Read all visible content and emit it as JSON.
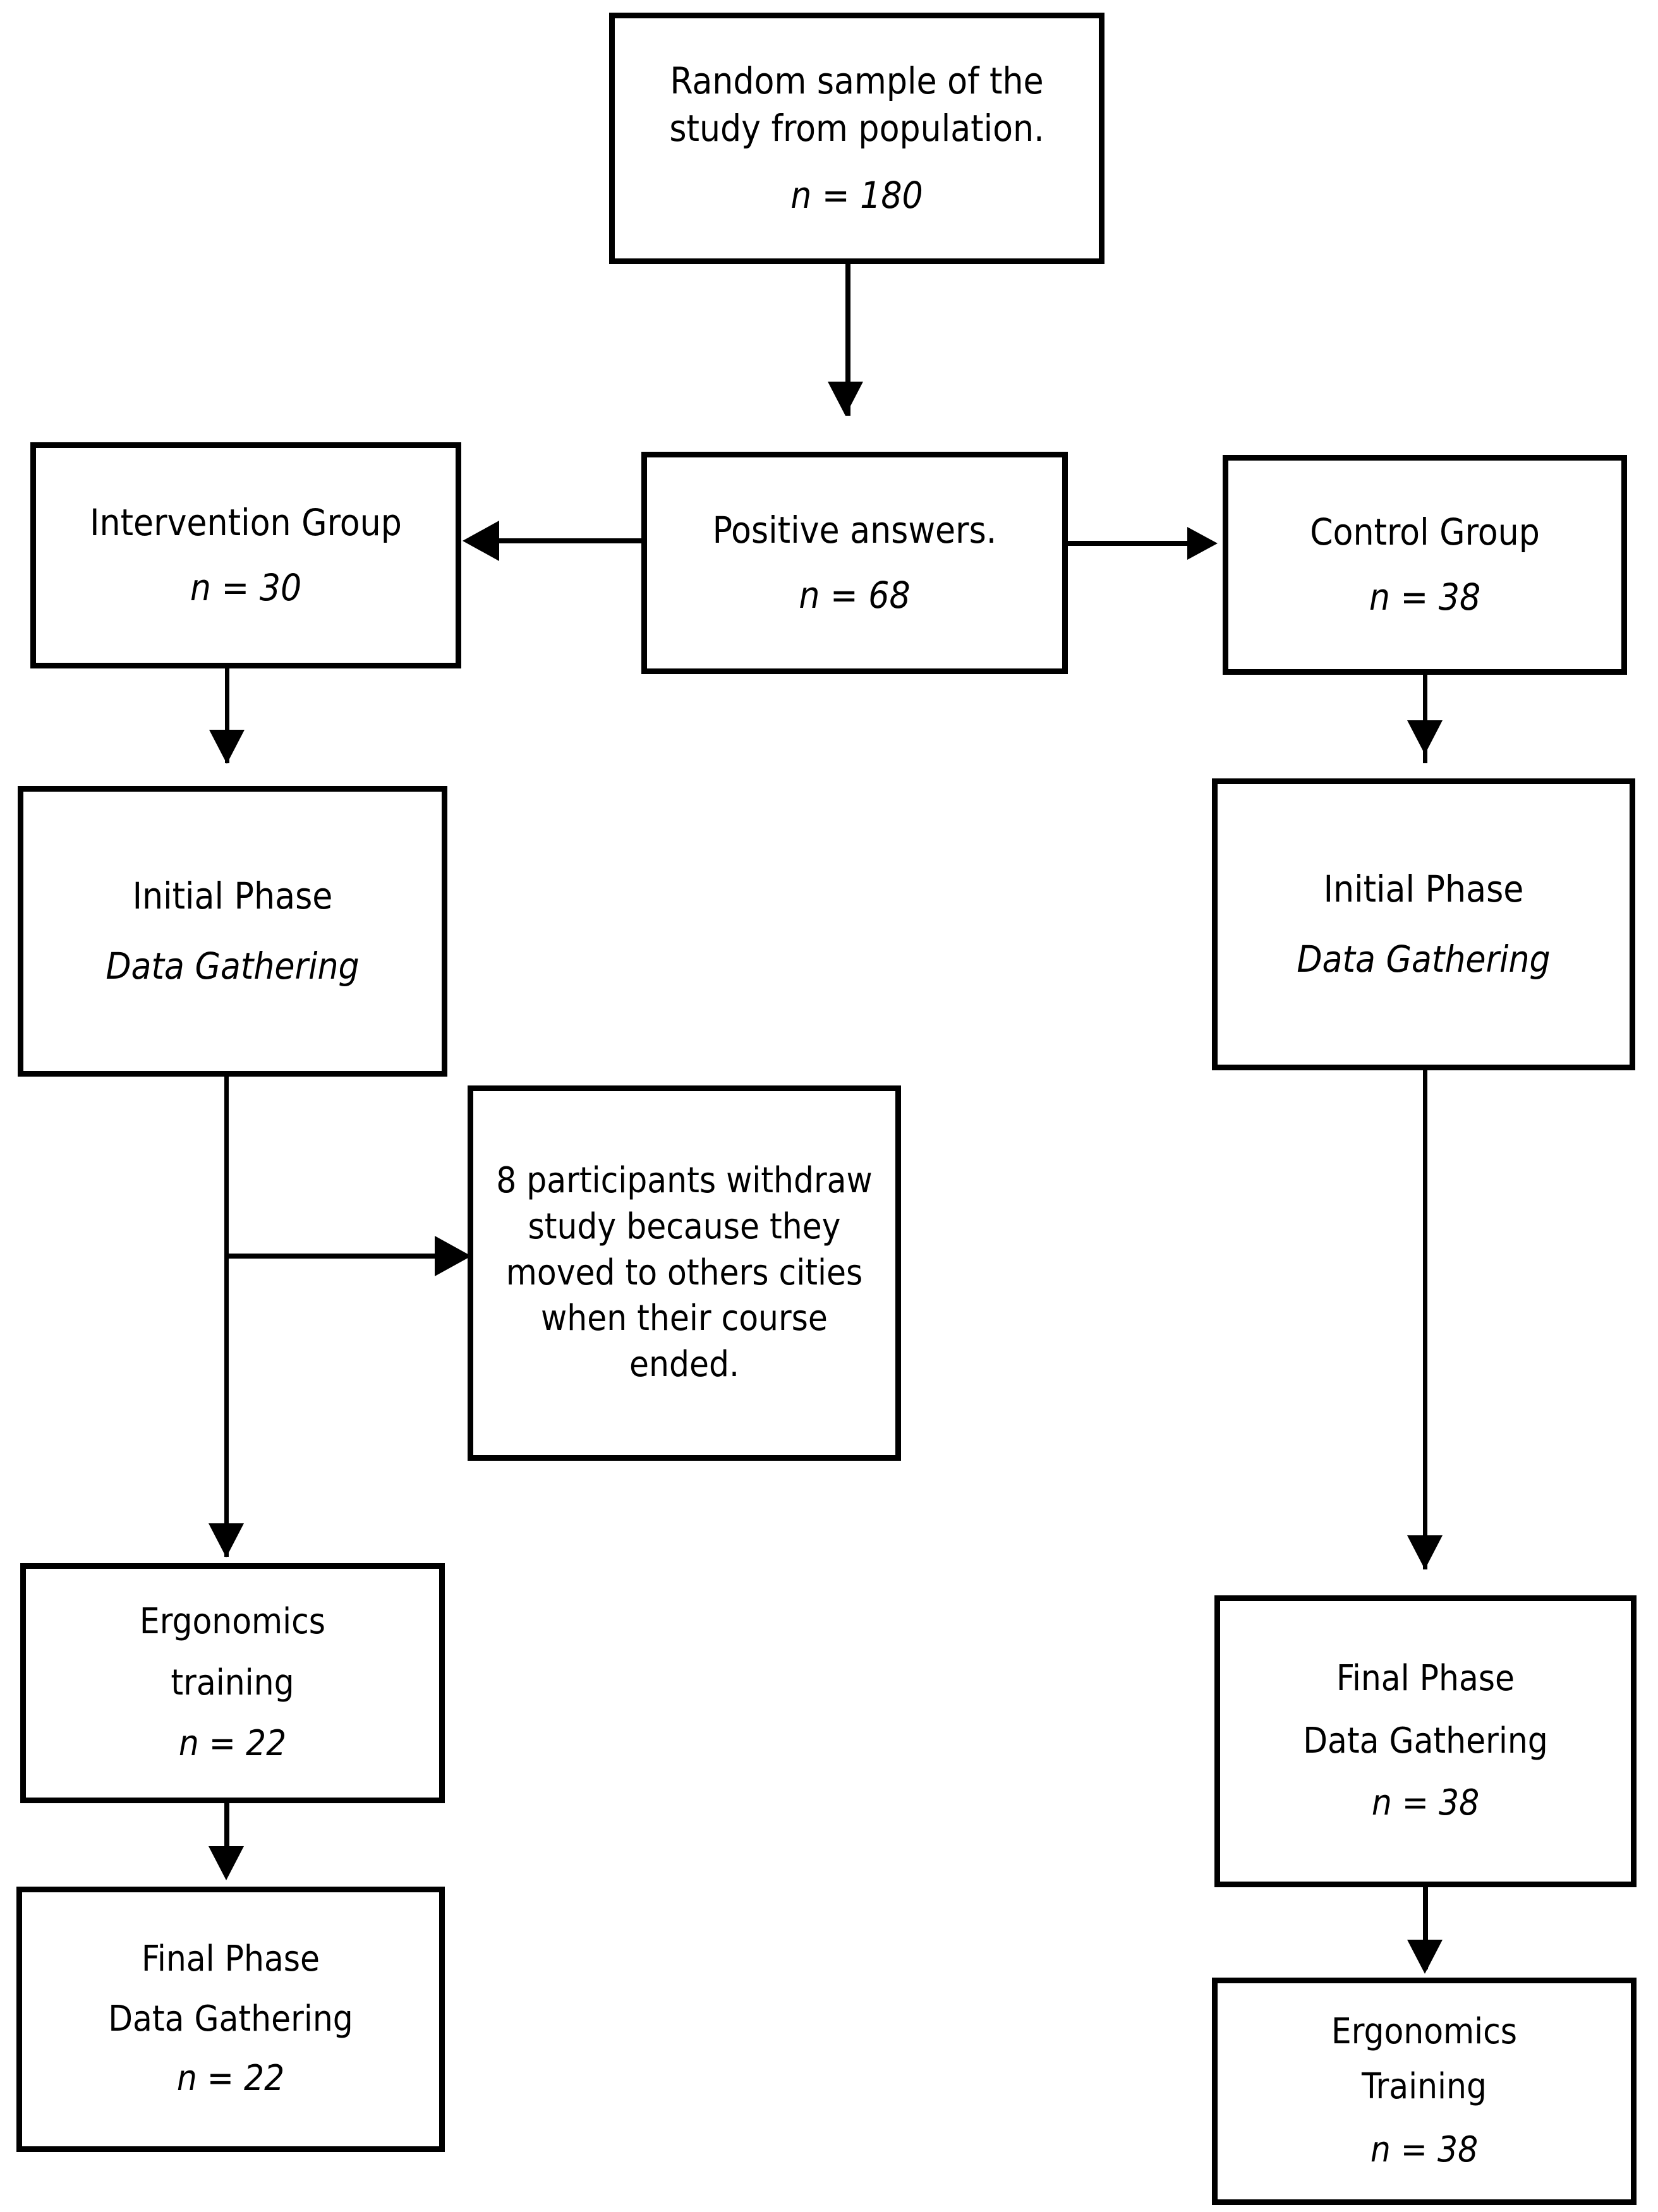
{
  "diagram": {
    "type": "flowchart",
    "title": "Study participant flow diagram",
    "nodes": [
      {
        "id": "random-sample",
        "line1": "Random sample of the",
        "line2": "study from population.",
        "line3": "n = 180"
      },
      {
        "id": "intervention-group",
        "line1": "Intervention Group",
        "line2": "n = 30"
      },
      {
        "id": "positive-answers",
        "line1": "Positive answers.",
        "line2": "n = 68"
      },
      {
        "id": "control-group",
        "line1": "Control Group",
        "line2": "n = 38"
      },
      {
        "id": "intervention-initial-phase",
        "line1": "Initial Phase",
        "line2": "Data Gathering"
      },
      {
        "id": "control-initial-phase",
        "line1": "Initial Phase",
        "line2": "Data Gathering"
      },
      {
        "id": "withdrawal-note",
        "text": "8 participants withdraw study because they moved to others cities when their course ended."
      },
      {
        "id": "intervention-ergonomics-training",
        "line1": "Ergonomics",
        "line2": "training",
        "line3": "n = 22"
      },
      {
        "id": "intervention-final-phase",
        "line1": "Final Phase",
        "line2": "Data Gathering",
        "line3": "n = 22"
      },
      {
        "id": "control-final-phase",
        "line1": "Final Phase",
        "line2": "Data Gathering",
        "line3": "n = 38"
      },
      {
        "id": "control-ergonomics-training",
        "line1": "Ergonomics",
        "line2": "Training",
        "line3": "n = 38"
      }
    ],
    "colors": {
      "stroke": "#000000",
      "fill": "#ffffff",
      "text": "#000000"
    }
  }
}
